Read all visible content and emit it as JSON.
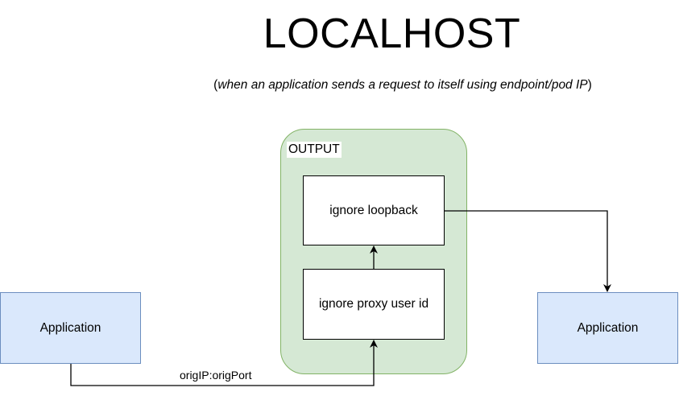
{
  "diagram": {
    "title": "LOCALHOST",
    "subtitle": {
      "open_paren": "(",
      "italic_text": "when an application sends a request to itself using endpoint/pod IP",
      "close_paren": ")"
    },
    "group": {
      "label": "OUTPUT",
      "colors": {
        "fill": "#d5e8d4",
        "stroke": "#82b366"
      }
    },
    "nodes": {
      "ignore_loopback": "ignore loopback",
      "ignore_proxy_user_id": "ignore proxy user id",
      "application_left": "Application",
      "application_right": "Application"
    },
    "edges": [
      {
        "from": "application_left",
        "to": "ignore_proxy_user_id",
        "label": "origIP:origPort"
      },
      {
        "from": "ignore_proxy_user_id",
        "to": "ignore_loopback",
        "label": ""
      },
      {
        "from": "ignore_loopback",
        "to": "application_right",
        "label": ""
      }
    ],
    "colors": {
      "application_fill": "#dae8fc",
      "application_stroke": "#6c8ebf",
      "edge": "#000000"
    }
  }
}
